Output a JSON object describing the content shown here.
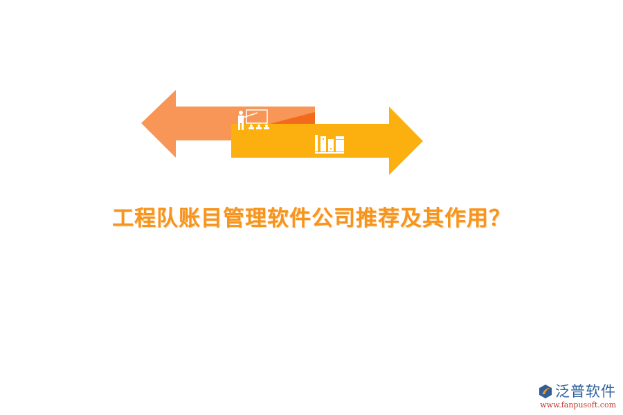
{
  "title": "工程队账目管理软件公司推荐及其作用？",
  "graphic": {
    "left_arrow": {
      "direction": "left",
      "color": "#f79656",
      "fold_color": "#f26b1d",
      "icon": "teacher-presentation-icon"
    },
    "right_arrow": {
      "direction": "right",
      "color": "#fbb00f",
      "icon": "books-shelf-icon"
    }
  },
  "colors": {
    "title": "#f7941d",
    "logo_text": "#2d5f9a",
    "logo_url": "#c0392b"
  },
  "logo": {
    "name": "泛普软件",
    "url": "www.fanpusoft.com",
    "icon": "fanpu-logo-icon"
  }
}
